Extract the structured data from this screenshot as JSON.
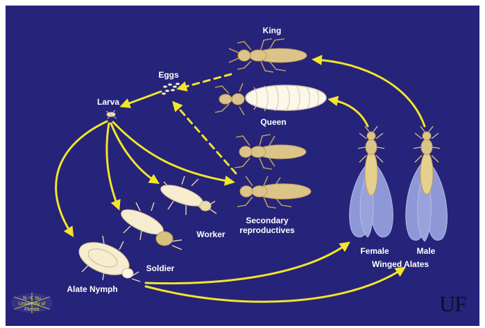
{
  "colors": {
    "background": "#26237a",
    "border": "#ffffff",
    "arrow": "#f1e62a",
    "termite_body": "#dcc489",
    "termite_shade": "#b99c5c",
    "termite_light": "#f6ecd0",
    "wing": "#8f98d6",
    "label_text": "#ffffff"
  },
  "labels": {
    "king": "King",
    "eggs": "Eggs",
    "larva": "Larva",
    "queen": "Queen",
    "worker": "Worker",
    "soldier": "Soldier",
    "secondary": "Secondary",
    "reproductives": "reproductives",
    "female": "Female",
    "male": "Male",
    "winged_alates": "Winged Alates",
    "alate_nymph": "Alate Nymph"
  },
  "credit": {
    "line1": "N.-Y. Su",
    "line2": "University of Florida"
  },
  "logo": "UF",
  "icons": {
    "king": "termite-king-icon",
    "queen": "termite-queen-icon",
    "eggs": "eggs-icon",
    "larva": "larva-icon",
    "worker": "termite-worker-icon",
    "soldier": "termite-soldier-icon",
    "secondary": "secondary-reproductive-icon",
    "alate_nymph": "alate-nymph-icon",
    "female": "winged-female-icon",
    "male": "winged-male-icon"
  }
}
